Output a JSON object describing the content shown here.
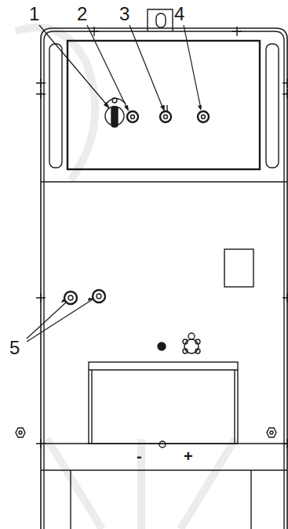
{
  "diagram": {
    "labels": [
      "1",
      "2",
      "3",
      "4",
      "5",
      "-",
      "+"
    ]
  }
}
